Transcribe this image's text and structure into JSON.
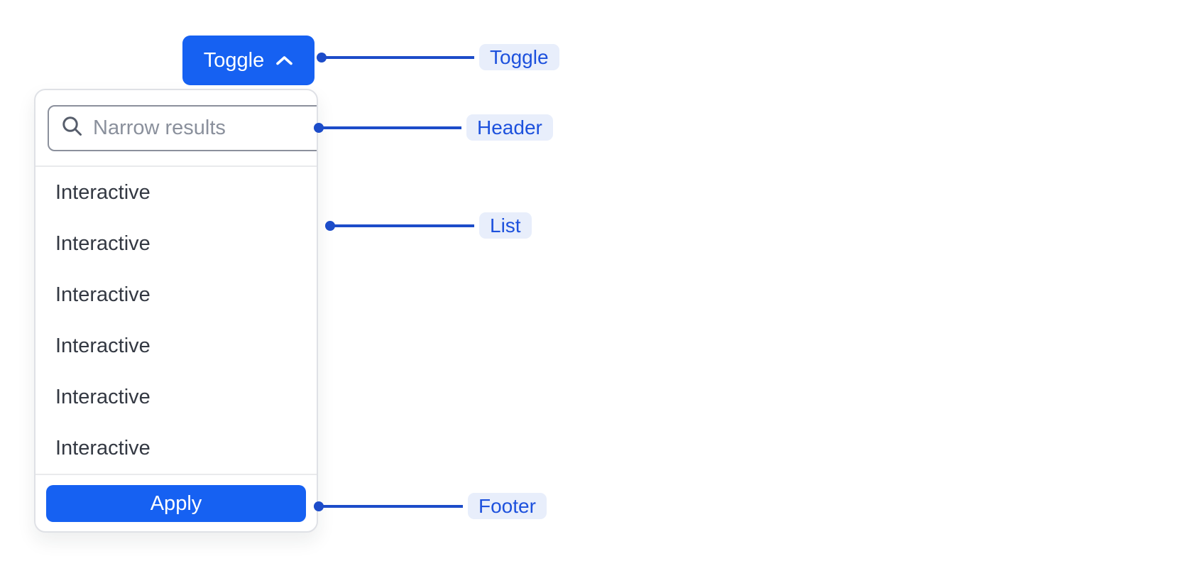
{
  "toggle_button": {
    "label": "Toggle",
    "icon": "chevron-up-icon"
  },
  "dropdown": {
    "header": {
      "search_icon": "search-icon",
      "search_placeholder": "Narrow results",
      "search_value": ""
    },
    "list": {
      "items": [
        "Interactive",
        "Interactive",
        "Interactive",
        "Interactive",
        "Interactive",
        "Interactive"
      ]
    },
    "footer": {
      "apply_label": "Apply"
    }
  },
  "annotations": [
    {
      "label": "Toggle"
    },
    {
      "label": "Header"
    },
    {
      "label": "List"
    },
    {
      "label": "Footer"
    }
  ],
  "colors": {
    "primary_blue": "#1661F2",
    "annotation_line": "#1C4CC9",
    "annotation_text": "#1D51DD",
    "annotation_pill_bg": "#E8EEFB",
    "list_text": "#333842",
    "placeholder_text": "#8A909C"
  }
}
